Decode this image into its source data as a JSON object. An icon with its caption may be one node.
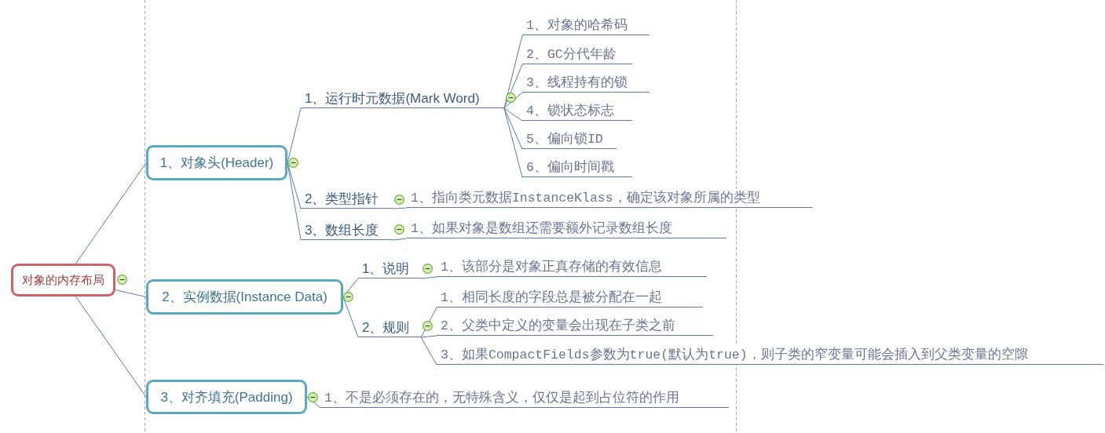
{
  "diagram": {
    "nodes": [
      {
        "text": [
          "对象的内存布局"
        ]
      },
      {
        "text": [
          "1、对象头(Header)"
        ]
      },
      {
        "text": [
          "1、运行时元数据(Mark Word)"
        ]
      },
      {
        "text": [
          "1、对象的哈希码"
        ]
      },
      {
        "text": [
          "2、GC分代年龄"
        ]
      },
      {
        "text": [
          "3、线程持有的锁"
        ]
      },
      {
        "text": [
          "4、锁状态标志"
        ]
      },
      {
        "text": [
          "5、偏向锁ID"
        ]
      },
      {
        "text": [
          "6、偏向时间戳"
        ]
      },
      {
        "text": [
          "2、类型指针"
        ]
      },
      {
        "text": [
          "1、指向类元数据InstanceKlass，确定该对象所属的类型"
        ]
      },
      {
        "text": [
          "3、数组长度"
        ]
      },
      {
        "text": [
          "1、如果对象是数组还需要额外记录数组长度"
        ]
      },
      {
        "text": [
          "2、实例数据(Instance Data)"
        ]
      },
      {
        "text": [
          "1、说明"
        ]
      },
      {
        "text": [
          "1、该部分是对象正真存储的有效信息"
        ]
      },
      {
        "text": [
          "2、规则"
        ]
      },
      {
        "text": [
          "1、相同长度的字段总是被分配在一起"
        ]
      },
      {
        "text": [
          "2、父类中定义的变量会出现在子类之前"
        ]
      },
      {
        "text": [
          "3、如果CompactFields参数为true(默认为true)，则子类的窄变量可能会插入到父类变量的空隙"
        ]
      },
      {
        "text": [
          "3、对齐填充(Padding)"
        ]
      },
      {
        "text": [
          "1、不是必须存在的，无特殊含义，仅仅是起到占位符的作用"
        ]
      }
    ],
    "edges": [
      {
        "from": 0,
        "to": 1,
        "arrow": "none"
      },
      {
        "from": 0,
        "to": 13,
        "arrow": "none"
      },
      {
        "from": 0,
        "to": 20,
        "arrow": "none"
      },
      {
        "from": 1,
        "to": 2,
        "arrow": "none"
      },
      {
        "from": 2,
        "to": 3,
        "arrow": "none"
      },
      {
        "from": 2,
        "to": 4,
        "arrow": "none"
      },
      {
        "from": 2,
        "to": 5,
        "arrow": "none"
      },
      {
        "from": 2,
        "to": 6,
        "arrow": "none"
      },
      {
        "from": 2,
        "to": 7,
        "arrow": "none"
      },
      {
        "from": 2,
        "to": 8,
        "arrow": "none"
      },
      {
        "from": 1,
        "to": 9,
        "arrow": "none"
      },
      {
        "from": 9,
        "to": 10,
        "arrow": "none"
      },
      {
        "from": 1,
        "to": 11,
        "arrow": "none"
      },
      {
        "from": 11,
        "to": 12,
        "arrow": "none"
      },
      {
        "from": 13,
        "to": 14,
        "arrow": "none"
      },
      {
        "from": 14,
        "to": 15,
        "arrow": "none"
      },
      {
        "from": 13,
        "to": 16,
        "arrow": "none"
      },
      {
        "from": 16,
        "to": 17,
        "arrow": "none"
      },
      {
        "from": 16,
        "to": 18,
        "arrow": "none"
      },
      {
        "from": 16,
        "to": 19,
        "arrow": "none"
      },
      {
        "from": 20,
        "to": 21,
        "arrow": "none"
      }
    ]
  }
}
